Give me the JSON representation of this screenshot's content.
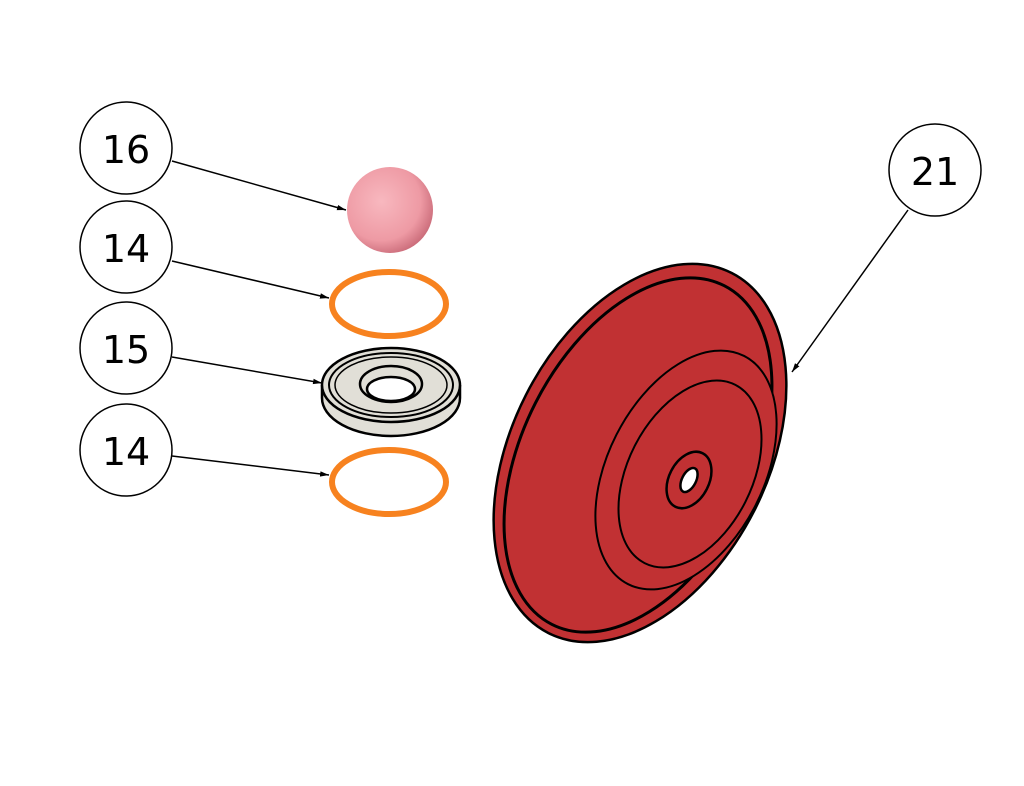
{
  "balloons": [
    {
      "label": "16",
      "part": "ball"
    },
    {
      "label": "14",
      "part": "o-ring"
    },
    {
      "label": "15",
      "part": "seat"
    },
    {
      "label": "14",
      "part": "o-ring"
    },
    {
      "label": "21",
      "part": "diaphragm"
    }
  ],
  "colors": {
    "ball": "#f09aa4",
    "o_ring": "#f7821f",
    "seat": "#e1dfd7",
    "diaphragm": "#c13133",
    "outline": "#000000"
  }
}
